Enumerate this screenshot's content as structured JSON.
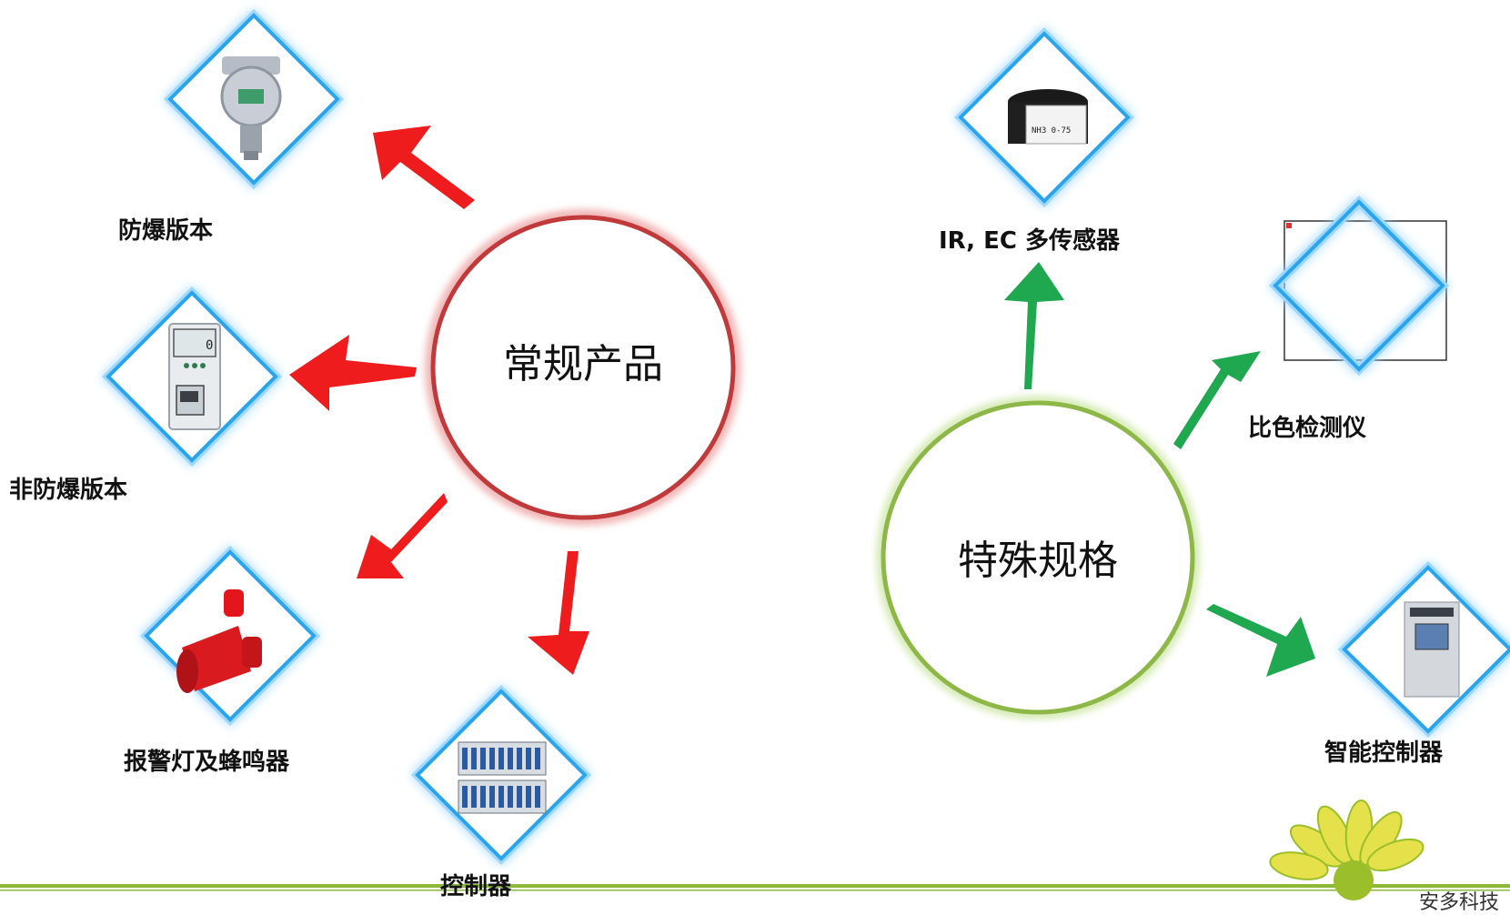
{
  "hubs": {
    "regular": {
      "title": "常规产品",
      "ring_color": "#c0393b"
    },
    "special": {
      "title": "特殊规格",
      "ring_color": "#8db848"
    }
  },
  "regular_products": [
    {
      "label": "防爆版本",
      "icon": "explosion-proof-detector-icon"
    },
    {
      "label": "非防爆版本",
      "icon": "non-explosion-proof-detector-icon"
    },
    {
      "label": "报警灯及蜂鸣器",
      "icon": "alarm-light-siren-icon"
    },
    {
      "label": "控制器",
      "icon": "controller-rack-icon"
    }
  ],
  "special_products": [
    {
      "label": "IR, EC 多传感器",
      "icon": "multi-sensor-icon"
    },
    {
      "label": "比色检测仪",
      "icon": "colorimetric-detector-icon"
    },
    {
      "label": "智能控制器",
      "icon": "smart-controller-cabinet-icon"
    }
  ],
  "footer": {
    "company_text": "安多科技"
  },
  "colors": {
    "red_arrow": "#ee1c1c",
    "green_arrow": "#1fa84f",
    "diamond_border": "#2aa4ec",
    "diamond_glow": "#9fd8ff",
    "footer_line": "#8db838"
  }
}
